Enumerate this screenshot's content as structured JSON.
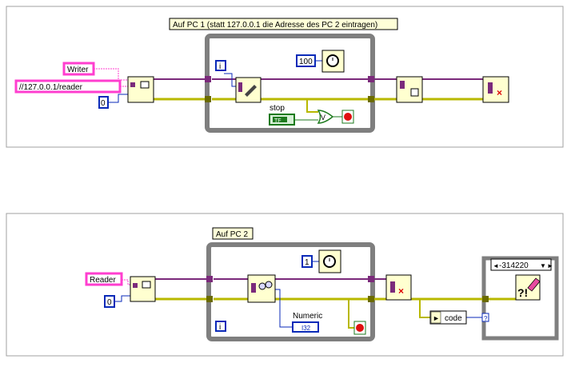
{
  "diagram_top": {
    "label": "Auf PC 1 (statt 127.0.0.1 die Adresse des PC 2 eintragen)",
    "const_writer": "Writer",
    "const_url": "//127.0.0.1/reader",
    "const_zero": "0",
    "iteration_terminal": "i",
    "wait_ms": "100",
    "stop_label": "stop",
    "bool_control": "TF"
  },
  "diagram_bottom": {
    "label": "Auf PC 2",
    "const_reader": "Reader",
    "const_zero": "0",
    "wait_ms": "1",
    "iteration_terminal": "i",
    "numeric_label": "Numeric",
    "numeric_type": "I32",
    "code_label": "code",
    "case_selector": "-314220",
    "query_mark": "?!",
    "small_query": "?"
  },
  "colors": {
    "panel_bg": "#ffffff",
    "panel_border": "#a0a0a0",
    "loop_frame": "#7f7f7f",
    "string_wire": "#ff3ecf",
    "refnum_wire": "#7b2a7b",
    "error_wire": "#b8b800",
    "int_wire": "#0a2ab8",
    "bool_wire": "#1d7a1d"
  }
}
